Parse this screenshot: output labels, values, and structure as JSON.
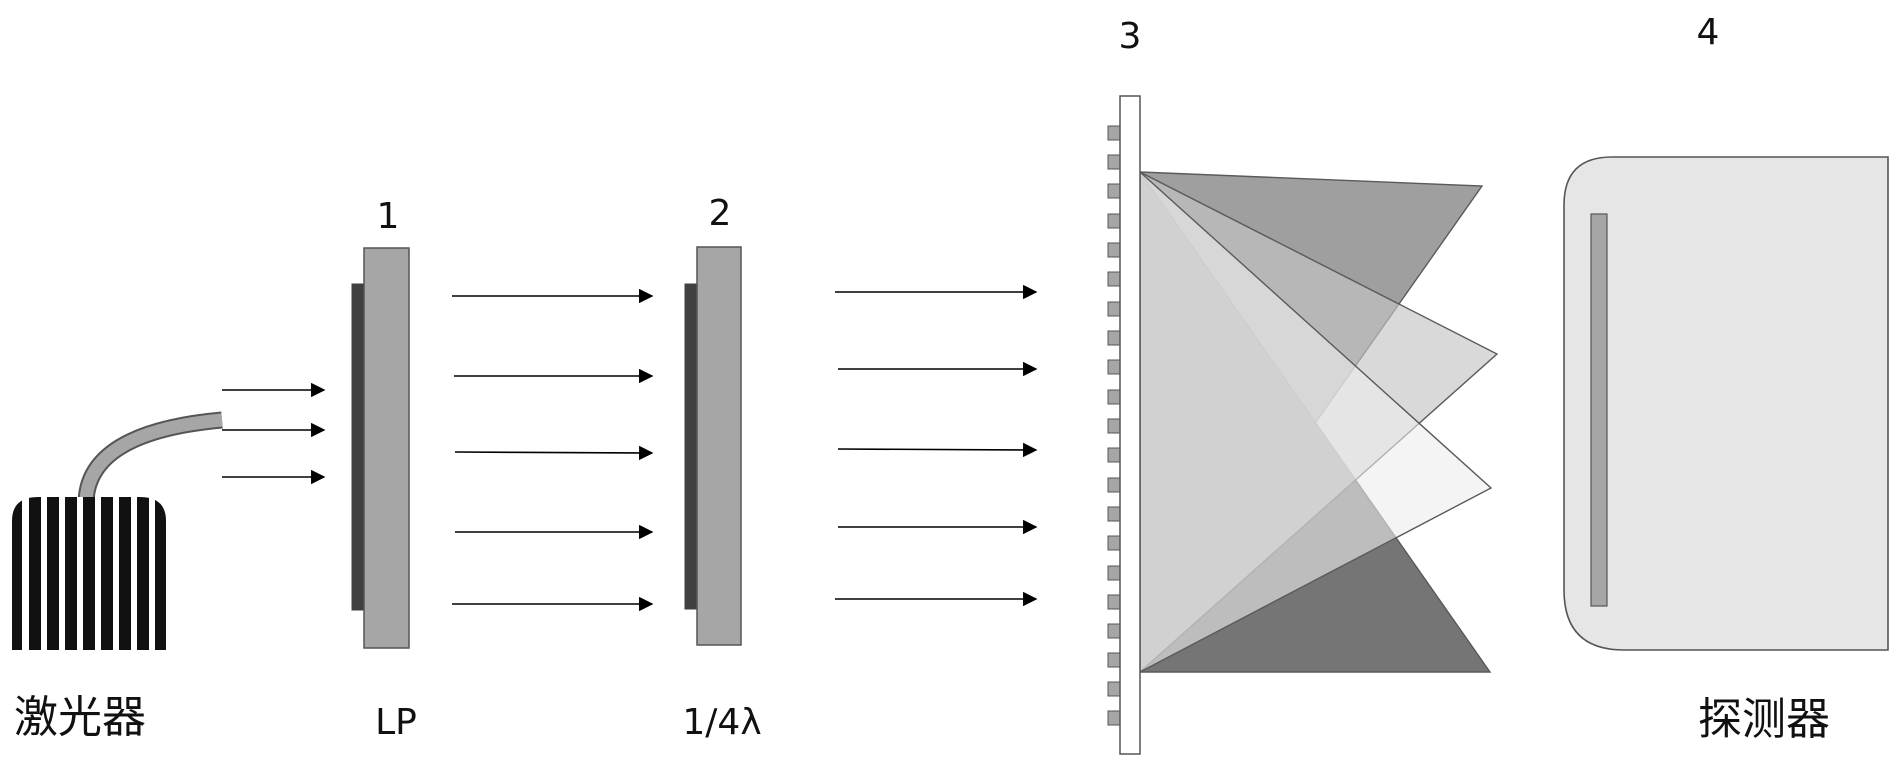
{
  "labels": {
    "laser": "激光器",
    "polarizer": "LP",
    "waveplate": "1/4λ",
    "detector": "探测器",
    "num1": "1",
    "num2": "2",
    "num3": "3",
    "num4": "4"
  },
  "colors": {
    "plate_fill": "#a6a6a6",
    "plate_dark": "#404040",
    "wedge_dark": "#6e6e6e",
    "wedge_mid": "#8a8a8a",
    "wedge_light": "#b8b8b8",
    "wedge_lightest": "#e0e0e0",
    "detector_fill": "#e6e6e6"
  }
}
